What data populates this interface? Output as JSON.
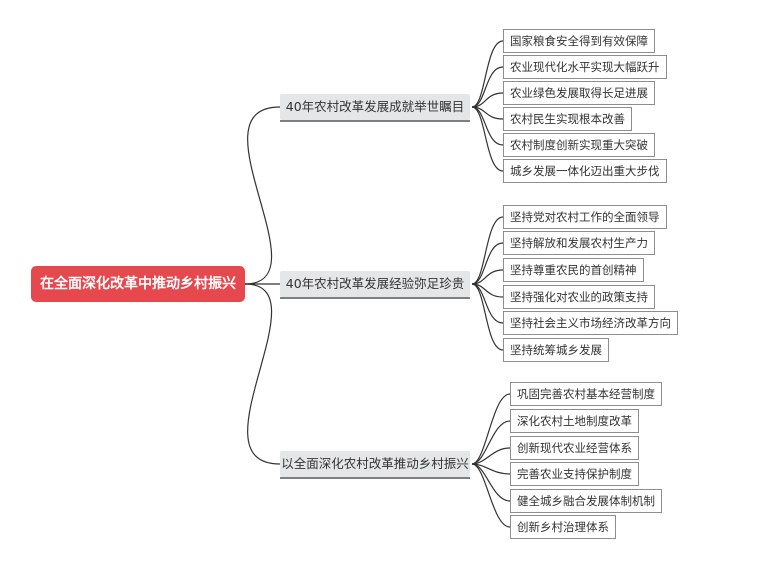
{
  "root": {
    "label": "在全面深化改革中推动乡村振兴"
  },
  "colors": {
    "root_fill": "#e5484d",
    "branch_fill": "#e4e6e8",
    "line": "#333333",
    "leaf_border": "#8e8e8e"
  },
  "branches": [
    {
      "label": "40年农村改革发展成就举世瞩目",
      "items": [
        "国家粮食安全得到有效保障",
        "农业现代化水平实现大幅跃升",
        "农业绿色发展取得长足进展",
        "农村民生实现根本改善",
        "农村制度创新实现重大突破",
        "城乡发展一体化迈出重大步伐"
      ]
    },
    {
      "label": "40年农村改革发展经验弥足珍贵",
      "items": [
        "坚持党对农村工作的全面领导",
        "坚持解放和发展农村生产力",
        "坚持尊重农民的首创精神",
        "坚持强化对农业的政策支持",
        "坚持社会主义市场经济改革方向",
        "坚持统筹城乡发展"
      ]
    },
    {
      "label": "以全面深化农村改革推动乡村振兴",
      "items": [
        "巩固完善农村基本经营制度",
        "深化农村土地制度改革",
        "创新现代农业经营体系",
        "完善农业支持保护制度",
        "健全城乡融合发展体制机制",
        "创新乡村治理体系"
      ]
    }
  ]
}
